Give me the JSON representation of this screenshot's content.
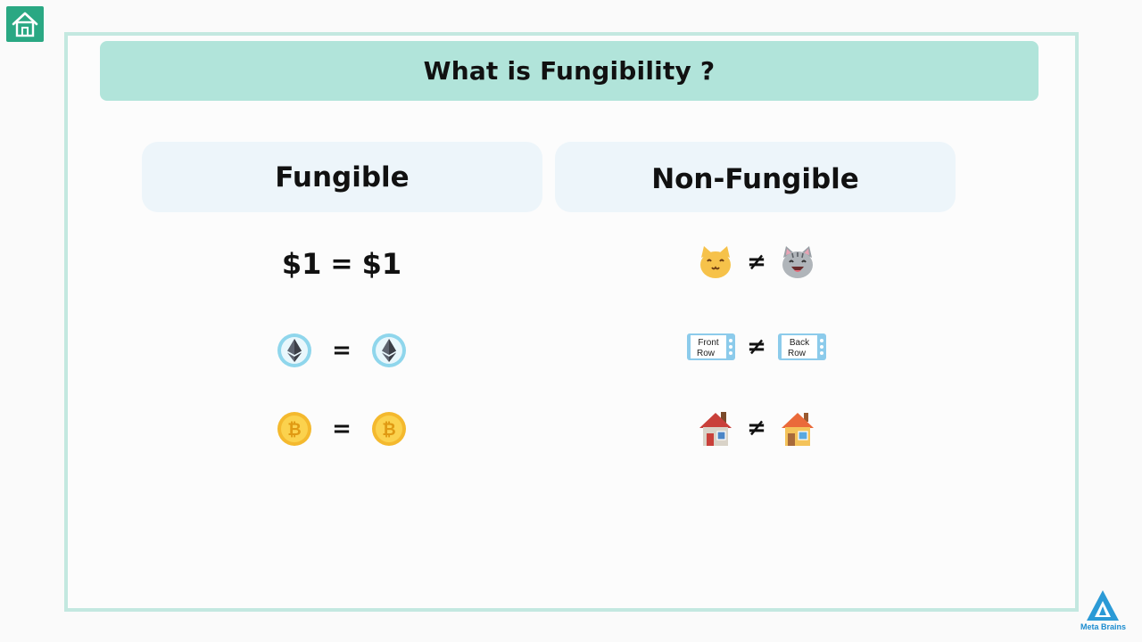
{
  "slide": {
    "title": "What is Fungibility ?",
    "columns": [
      {
        "heading": "Fungible"
      },
      {
        "heading": "Non-Fungible"
      }
    ],
    "fungible": {
      "row1": {
        "left": "$1",
        "op": "=",
        "right": "$1"
      },
      "row2": {
        "left_icon": "ethereum-coin-icon",
        "op": "=",
        "right_icon": "ethereum-coin-icon"
      },
      "row3": {
        "left_icon": "bitcoin-coin-icon",
        "op": "=",
        "right_icon": "bitcoin-coin-icon"
      }
    },
    "non_fungible": {
      "row1": {
        "left_icon": "cat-face-icon",
        "op": "≠",
        "right_icon": "grinning-cat-icon"
      },
      "row2": {
        "left_ticket": [
          "Front",
          "Row"
        ],
        "op": "≠",
        "right_ticket": [
          "Back",
          "Row"
        ]
      },
      "row3": {
        "left_icon": "house-icon",
        "op": "≠",
        "right_icon": "house-with-garden-icon"
      }
    }
  },
  "branding": {
    "logo_text": "Meta Brains"
  },
  "colors": {
    "accent": "#2aa883",
    "title_bg": "#b1e4da",
    "frame": "#c3e8e0",
    "header_bg": "#edf5fa"
  }
}
